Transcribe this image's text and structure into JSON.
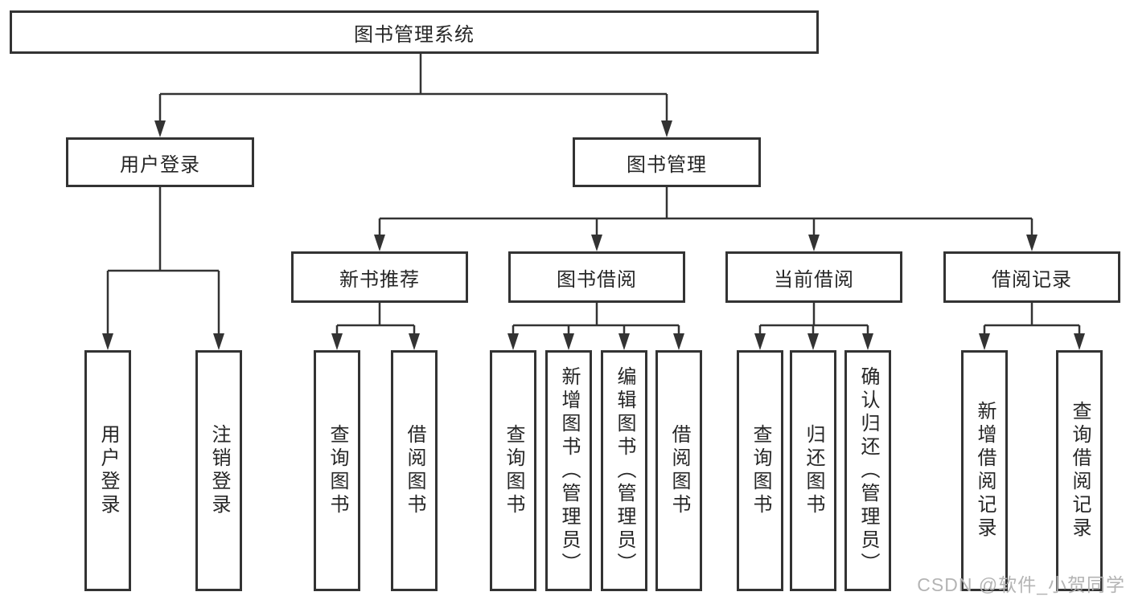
{
  "colors": {
    "line": "#333333",
    "box_border": "#333333",
    "box_fill": "#ffffff",
    "text": "#262626",
    "watermark": "#b4b4b4"
  },
  "tree": {
    "root": "图书管理系统",
    "children": [
      {
        "label": "用户登录",
        "children": [
          "用户登录",
          "注销登录"
        ]
      },
      {
        "label": "图书管理",
        "children": [
          {
            "label": "新书推荐",
            "children": [
              "查询图书",
              "借阅图书"
            ]
          },
          {
            "label": "图书借阅",
            "children": [
              "查询图书",
              "新增图书（管理员）",
              "编辑图书（管理员）",
              "借阅图书"
            ]
          },
          {
            "label": "当前借阅",
            "children": [
              "查询图书",
              "归还图书",
              "确认归还（管理员）"
            ]
          },
          {
            "label": "借阅记录",
            "children": [
              "新增借阅记录",
              "查询借阅记录"
            ]
          }
        ]
      }
    ]
  },
  "watermark": {
    "text": "CSDN @软件_小贺同学"
  }
}
